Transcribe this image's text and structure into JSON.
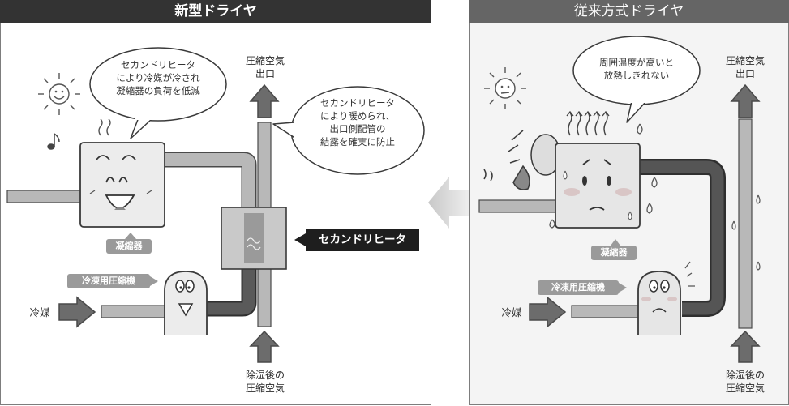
{
  "new_dryer": {
    "title": "新型ドライヤ",
    "bubble_condenser": [
      "セカンドリヒータ",
      "により冷媒が冷され",
      "凝縮器の負荷を低減"
    ],
    "bubble_outlet": [
      "セカンドリヒータ",
      "により暖められ、",
      "出口側配管の",
      "結露を確実に防止"
    ],
    "outlet_label": [
      "圧縮空気",
      "出口"
    ],
    "inlet_label": [
      "除湿後の",
      "圧縮空気"
    ],
    "condenser_tag": "凝縮器",
    "compressor_tag": "冷凍用圧縮機",
    "refrigerant_label": "冷媒",
    "reheater_callout": "セカンドリヒータ"
  },
  "conventional_dryer": {
    "title": "従来方式ドライヤ",
    "bubble": [
      "周囲温度が高いと",
      "放熱しきれない"
    ],
    "outlet_label": [
      "圧縮空気",
      "出口"
    ],
    "inlet_label": [
      "除湿後の",
      "圧縮空気"
    ],
    "condenser_tag": "凝縮器",
    "compressor_tag": "冷凍用圧縮機",
    "refrigerant_label": "冷媒"
  },
  "colors": {
    "title_bar_new": "#333333",
    "title_bar_old": "#656565",
    "pipe_gray": "#b5b5b5",
    "pipe_dark": "#4d4d4d",
    "tag_gray": "#9a9a9a",
    "callout_black": "#1e1e1e"
  }
}
